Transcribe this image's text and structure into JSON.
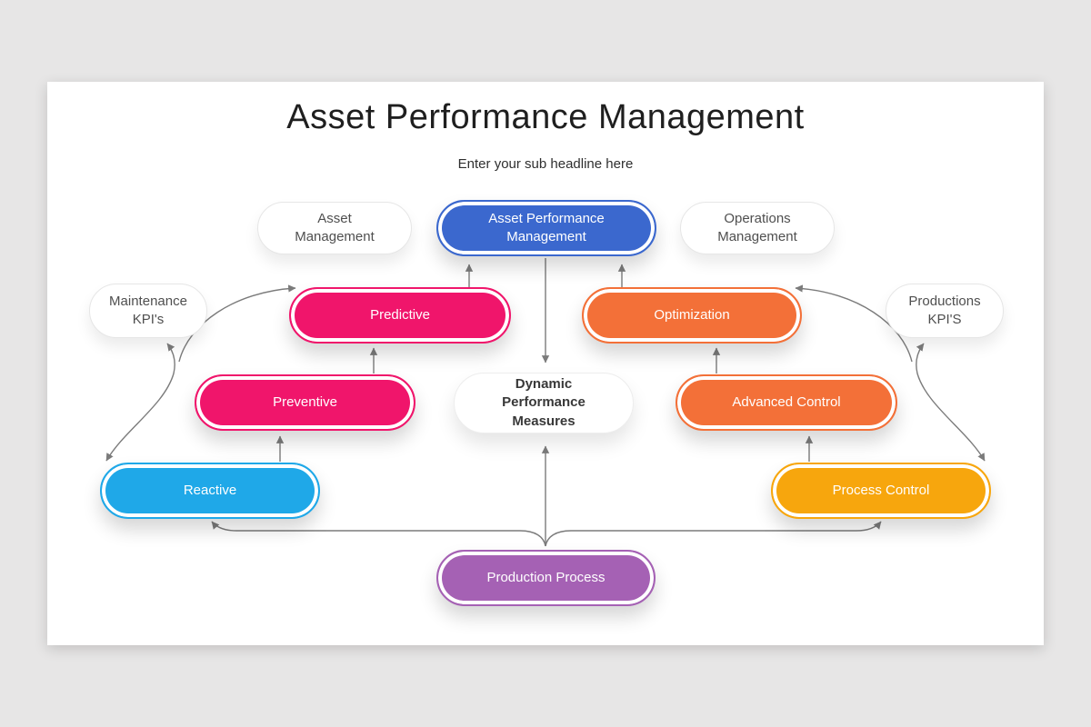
{
  "slide": {
    "title": "Asset Performance Management",
    "subtitle": "Enter your sub headline here"
  },
  "colors": {
    "blue": "#3B68CE",
    "pink": "#F0156B",
    "orange": "#F37038",
    "cyan": "#1FA8E8",
    "amber": "#F7A60D",
    "purple": "#A561B4",
    "connector": "#7B7B7B",
    "canvas_background": "#E7E6E6",
    "slide_background": "#FFFFFF"
  },
  "nodes": {
    "asset_management": {
      "label": "Asset Management"
    },
    "asset_performance_management": {
      "label": "Asset Performance Management"
    },
    "operations_management": {
      "label": "Operations Management"
    },
    "maintenance_kpis": {
      "label": "Maintenance KPI's"
    },
    "predictive": {
      "label": "Predictive"
    },
    "optimization": {
      "label": "Optimization"
    },
    "productions_kpis": {
      "label": "Productions KPI'S"
    },
    "dynamic_performance_measures": {
      "label": "Dynamic Performance Measures"
    },
    "preventive": {
      "label": "Preventive"
    },
    "advanced_control": {
      "label": "Advanced Control"
    },
    "reactive": {
      "label": "Reactive"
    },
    "process_control": {
      "label": "Process Control"
    },
    "production_process": {
      "label": "Production Process"
    }
  }
}
